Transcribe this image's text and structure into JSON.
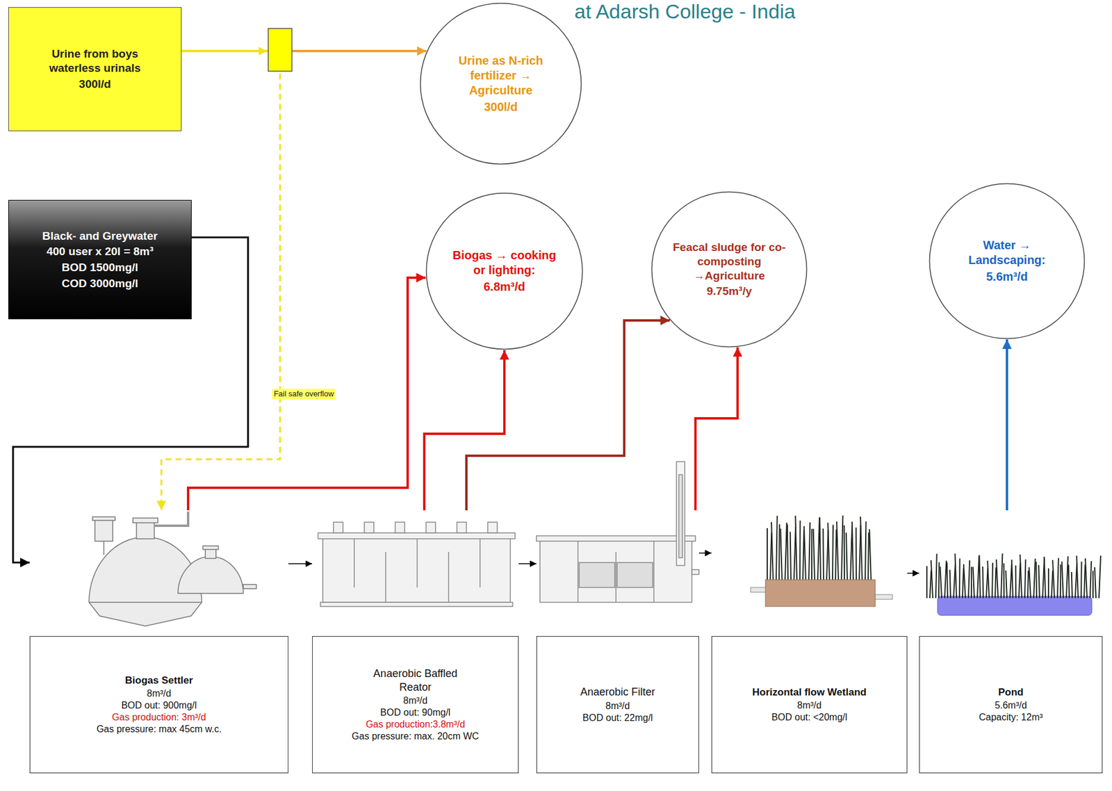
{
  "diagram": {
    "title": "at Adarsh College - India",
    "nodes": [
      {
        "text": [
          "Urine from boys waterless urinals",
          "300l/d"
        ]
      },
      {
        "text": [
          "Urine as N-rich fertilizer → Agriculture",
          "300l/d"
        ]
      },
      {
        "text": [
          "Black- and Greywater",
          "400 user x 20l = 8m³",
          "BOD 1500mg/l",
          "COD 3000mg/l"
        ]
      },
      {
        "text": [
          "Biogas → cooking or lighting:",
          "6.8m³/d"
        ]
      },
      {
        "text": [
          "Feacal sludge for co-composting →Agriculture",
          "9.75m³/y"
        ]
      },
      {
        "text": [
          "Water → Landscaping:",
          "5.6m³/d"
        ]
      },
      {
        "text": [
          "Biogas Settler",
          "8m³/d",
          "BOD out: 900mg/l",
          "Gas production: 3m³/d",
          "Gas pressure: max 45cm w.c."
        ]
      },
      {
        "text": [
          "Anaerobic Baffled Reator",
          "8m³/d",
          "BOD out: 90mg/l",
          "Gas production:3.8m³/d",
          "Gas pressure: max. 20cm WC"
        ]
      },
      {
        "text": [
          "Anaerobic Filter",
          "8m³/d",
          "BOD out: 22mg/l"
        ]
      },
      {
        "text": [
          "Horizontal flow Wetland",
          "8m³/d",
          "BOD out: <20mg/l"
        ]
      },
      {
        "text": [
          "Pond",
          "5.6m³/d",
          "Capacity: 12m³"
        ]
      }
    ],
    "edges": [
      {
        "from": 0,
        "to": 1,
        "arrow": "to"
      },
      {
        "from": 0,
        "to": 6,
        "label": "Fail safe overflow",
        "arrow": "to"
      },
      {
        "from": 2,
        "to": 6,
        "arrow": "to"
      },
      {
        "from": 6,
        "to": 7,
        "arrow": "to"
      },
      {
        "from": 7,
        "to": 8,
        "arrow": "to"
      },
      {
        "from": 8,
        "to": 9,
        "arrow": "to"
      },
      {
        "from": 9,
        "to": 10,
        "arrow": "to"
      },
      {
        "from": 6,
        "to": 3,
        "arrow": "to"
      },
      {
        "from": 7,
        "to": 3,
        "arrow": "to"
      },
      {
        "from": 7,
        "to": 4,
        "arrow": "to"
      },
      {
        "from": 8,
        "to": 4,
        "arrow": "to"
      },
      {
        "from": 10,
        "to": 5,
        "arrow": "to"
      }
    ]
  }
}
